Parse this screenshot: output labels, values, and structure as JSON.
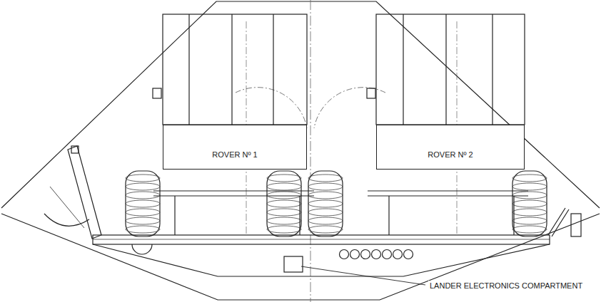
{
  "diagram": {
    "nodes": [
      {
        "text": [
          "ROVER Nº 1"
        ]
      },
      {
        "text": [
          "ROVER Nº 2"
        ]
      }
    ],
    "labels": [
      "LANDER ELECTRONICS COMPARTMENT"
    ]
  }
}
